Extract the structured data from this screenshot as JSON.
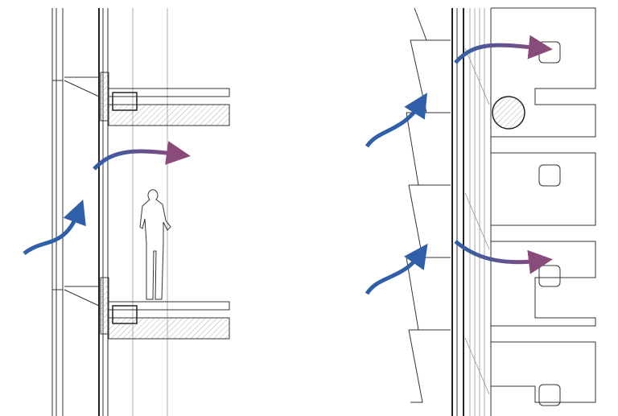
{
  "colors": {
    "line": "#333333",
    "airflow_start": "#2f5fa8",
    "airflow_end": "#8a4a7a",
    "slab_hatch": "#999999",
    "background": "#ffffff"
  },
  "panels": [
    {
      "name": "section-single-skin-facade",
      "airflow_arrows": 2,
      "person_figure": true
    },
    {
      "name": "section-double-skin-facade",
      "airflow_arrows": 4,
      "person_figure": false
    }
  ]
}
